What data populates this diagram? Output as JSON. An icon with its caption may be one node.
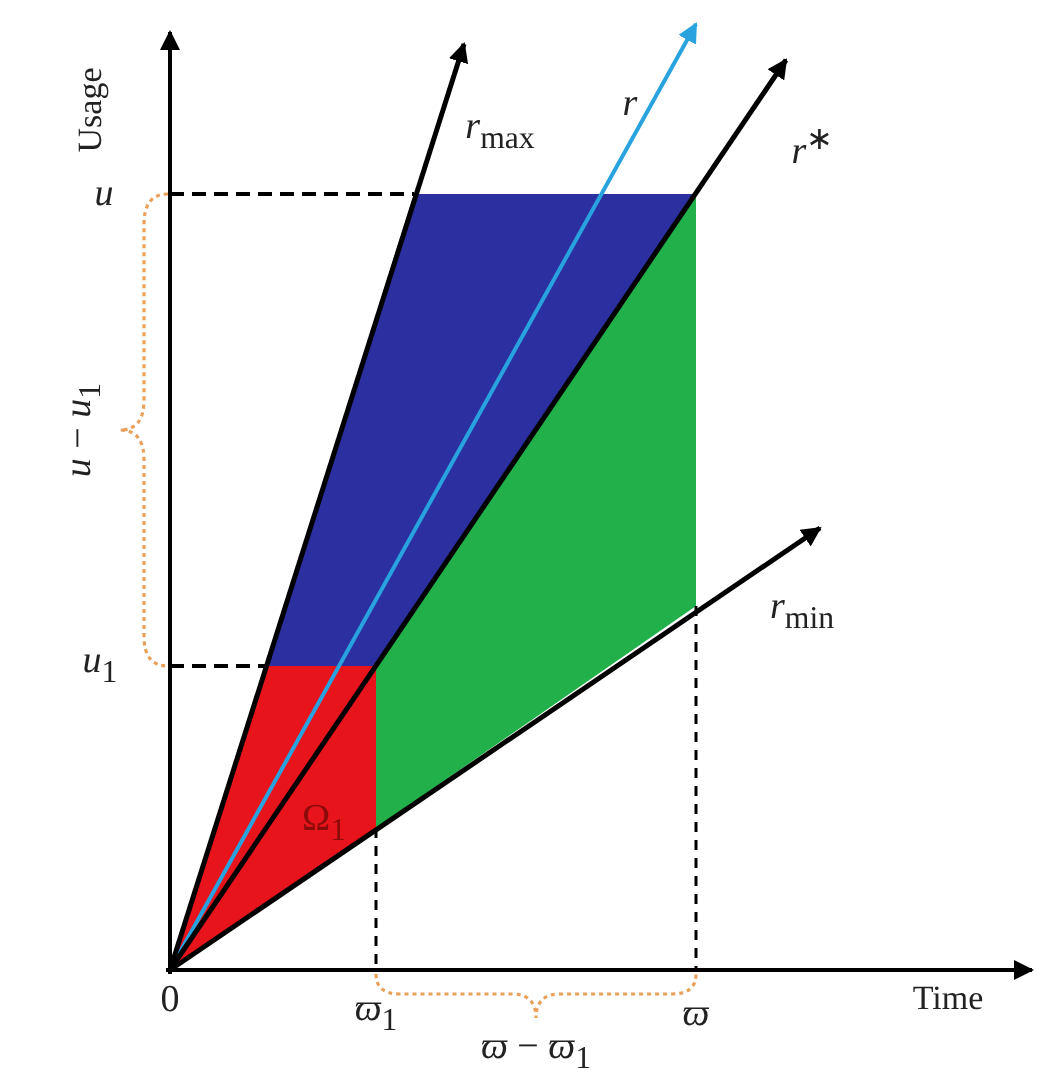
{
  "diagram": {
    "labels": [
      "Usage",
      "*r*$_{max}$",
      "*r*",
      "*r*$^{∗}$",
      "*u*",
      "*u* − *u*$_{1}$",
      "*r*$_{min}$",
      "*u*$_{1}$",
      "Ω$_{1}$",
      "0",
      "*ϖ*$_{1}$",
      "*ϖ*",
      "Time",
      "*ϖ* − *ϖ*$_{1}$"
    ]
  }
}
